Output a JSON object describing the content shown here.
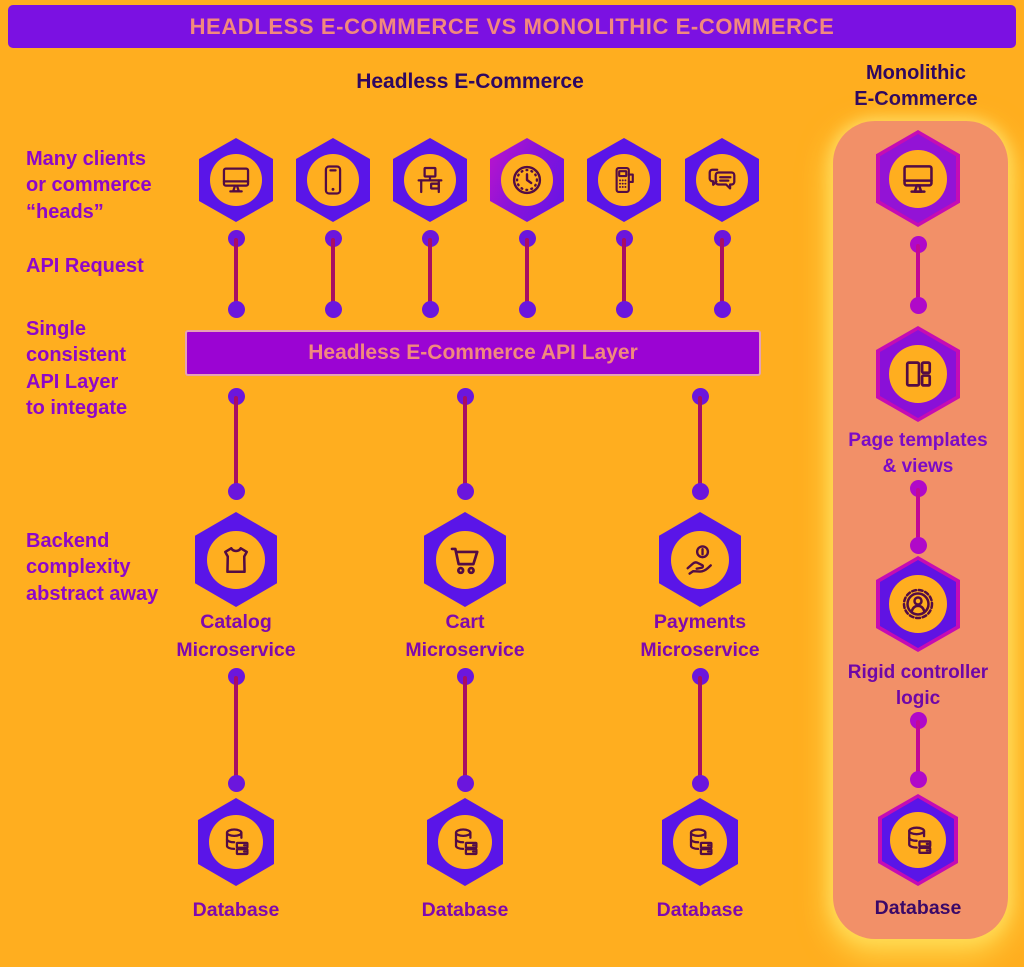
{
  "banner": {
    "title": "HEADLESS E-COMMERCE VS MONOLITHIC E-COMMERCE"
  },
  "colors": {
    "background_orange": "#ffae1f",
    "banner_purple": "#7b11e2",
    "salmon_text": "#f2897d",
    "hexagon_violet": "#5a15e8",
    "magenta_rim": "#c60cb4",
    "panel_salmon": "#f29068",
    "api_bar_purple": "#9b04d3",
    "connector_line": "#a90e63",
    "connector_dot": "#6b16dd",
    "mono_connector_line": "#c20897",
    "mono_connector_dot": "#b009c9",
    "heading_purple": "#2e0761",
    "label_purple": "#8e07c9"
  },
  "headless": {
    "title": "Headless E-Commerce",
    "side_labels": [
      {
        "label": "Many clients\nor commerce\n“heads”"
      },
      {
        "label": "API Request"
      },
      {
        "label": "Single\nconsistent\nAPI Layer\nto integate"
      },
      {
        "label": "Backend\ncomplexity\nabstract away"
      }
    ],
    "clients": [
      {
        "icon": "desktop-monitor-icon"
      },
      {
        "icon": "smartphone-icon"
      },
      {
        "icon": "tv-desk-icon"
      },
      {
        "icon": "clock-icon"
      },
      {
        "icon": "pos-terminal-icon"
      },
      {
        "icon": "chat-bubbles-icon"
      }
    ],
    "api_layer": {
      "label": "Headless E-Commerce API Layer"
    },
    "microservices": [
      {
        "label": "Catalog\nMicroservice",
        "icon": "tshirt-icon"
      },
      {
        "label": "Cart\nMicroservice",
        "icon": "shopping-cart-icon"
      },
      {
        "label": "Payments\nMicroservice",
        "icon": "hand-dollar-icon"
      }
    ],
    "databases": [
      {
        "label": "Database",
        "icon": "database-icon"
      },
      {
        "label": "Database",
        "icon": "database-icon"
      },
      {
        "label": "Database",
        "icon": "database-icon"
      }
    ]
  },
  "monolithic": {
    "title": "Monolithic\nE-Commerce",
    "nodes": [
      {
        "icon": "desktop-monitor-icon",
        "label": ""
      },
      {
        "icon": "page-layout-icon",
        "label": "Page templates\n& views"
      },
      {
        "icon": "gear-user-icon",
        "label": "Rigid controller\nlogic"
      },
      {
        "icon": "database-icon",
        "label": "Database"
      }
    ]
  }
}
